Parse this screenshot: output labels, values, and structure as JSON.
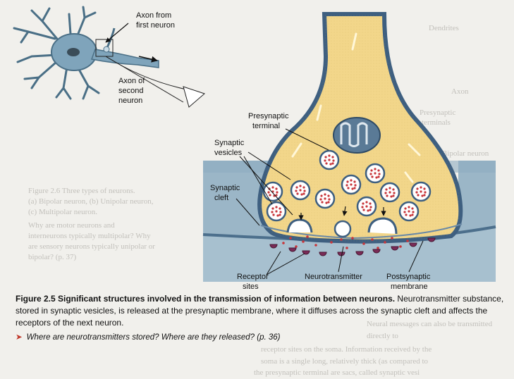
{
  "labels": {
    "axon_from_first_neuron": [
      "Axon from",
      "first neuron"
    ],
    "axon_of_second_neuron": [
      "Axon of",
      "second",
      "neuron"
    ],
    "presynaptic_terminal": [
      "Presynaptic",
      "terminal"
    ],
    "synaptic_vesicles": [
      "Synaptic",
      "vesicles"
    ],
    "synaptic_cleft": [
      "Synaptic",
      "cleft"
    ],
    "receptor_sites": [
      "Receptor",
      "sites"
    ],
    "neurotransmitter": "Neurotransmitter",
    "postsynaptic_membrane": [
      "Postsynaptic",
      "membrane"
    ]
  },
  "caption": {
    "figure_title": "Figure 2.5 Significant structures involved in the transmission of information between neurons.",
    "figure_text": " Neurotransmitter substance, stored in synaptic vesicles, is released at the presynaptic membrane, where it diffuses across the synaptic cleft and affects the receptors of the next neuron.",
    "question": "Where are neurotransmitters stored? Where are they released? (p. 36)"
  },
  "background_text": {
    "dendrites": "Dendrites",
    "axon": "Axon",
    "presynaptic_terminals": [
      "Presynaptic",
      "terminals"
    ],
    "bipolar_neuron": "(a) Bipolar neuron",
    "figure_2_6": [
      "Figure 2.6 Three types of neurons.",
      "(a) Bipolar neuron, (b) Unipolar neuron,",
      "(c) Multipolar neuron.",
      "Why are motor neurons and",
      "interneurons typically multipolar? Why",
      "are sensory neurons typically unipolar or",
      "bipolar? (p. 37)"
    ],
    "body_lines": [
      "Neural messages can also be transmitted directly to",
      "receptor sites on the soma. Information received by the",
      "soma is a single long, relatively thick (as compared to",
      "the presynaptic terminal are sacs, called synaptic vesi"
    ]
  }
}
